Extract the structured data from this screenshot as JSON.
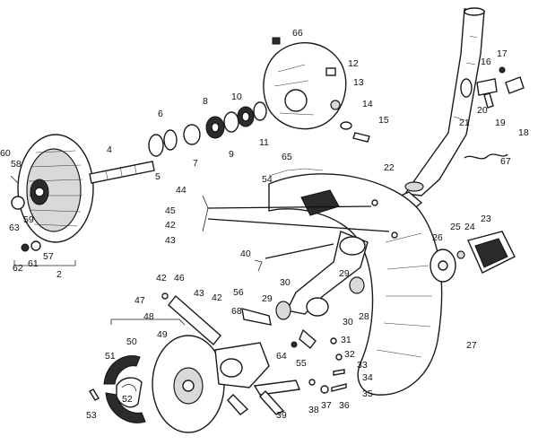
{
  "diagram": {
    "labels": {
      "n2": "2",
      "n4": "4",
      "n5": "5",
      "n6": "6",
      "n7": "7",
      "n8": "8",
      "n9": "9",
      "n10": "10",
      "n11": "11",
      "n12": "12",
      "n13": "13",
      "n14": "14",
      "n15": "15",
      "n16": "16",
      "n17": "17",
      "n18": "18",
      "n19": "19",
      "n20": "20",
      "n21": "21",
      "n22": "22",
      "n23": "23",
      "n24": "24",
      "n25": "25",
      "n26": "26",
      "n27": "27",
      "n28": "28",
      "n29a": "29",
      "n29b": "29",
      "n30a": "30",
      "n30b": "30",
      "n31": "31",
      "n32": "32",
      "n33": "33",
      "n34": "34",
      "n35": "35",
      "n36": "36",
      "n37": "37",
      "n38": "38",
      "n39": "39",
      "n40": "40",
      "n42a": "42",
      "n42b": "42",
      "n42c": "42",
      "n43a": "43",
      "n43b": "43",
      "n44": "44",
      "n45": "45",
      "n46": "46",
      "n47": "47",
      "n48": "48",
      "n49": "49",
      "n50": "50",
      "n51": "51",
      "n52": "52",
      "n53": "53",
      "n54": "54",
      "n55": "55",
      "n56": "56",
      "n57": "57",
      "n58": "58",
      "n59": "59",
      "n60": "60",
      "n61": "61",
      "n62": "62",
      "n63": "63",
      "n64": "64",
      "n65": "65",
      "n66": "66",
      "n67": "67",
      "n68": "68"
    }
  }
}
